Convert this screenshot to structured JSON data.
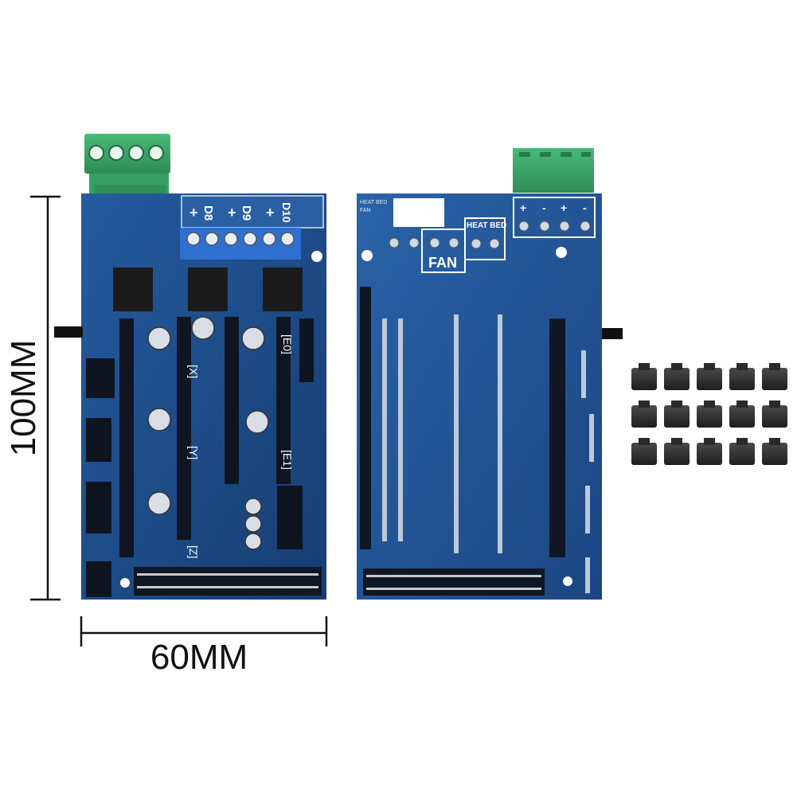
{
  "dimensions": {
    "height_label": "100MM",
    "width_label": "60MM"
  },
  "front_board": {
    "header_labels": [
      "+",
      "D8",
      "+",
      "D9",
      "+",
      "D10"
    ],
    "axis_labels": [
      "[X]",
      "[Y]",
      "[Z]",
      "[E0]",
      "[E1]"
    ]
  },
  "back_board": {
    "labels": {
      "heat_bed_top": "HEAT BED",
      "fan_top": "FAN",
      "fan": "FAN",
      "heat_bed": "HEAT BED",
      "polarity": [
        "+",
        "-",
        "+",
        "-"
      ]
    }
  },
  "jumpers": {
    "rows": 3,
    "cols": 5
  },
  "colors": {
    "pcb_blue": "#1f4f8f",
    "pcb_blue_dark": "#173f74",
    "terminal_green": "#3aa56a",
    "terminal_blue": "#2f6fd0",
    "jumper_black": "#2a2a2a"
  }
}
